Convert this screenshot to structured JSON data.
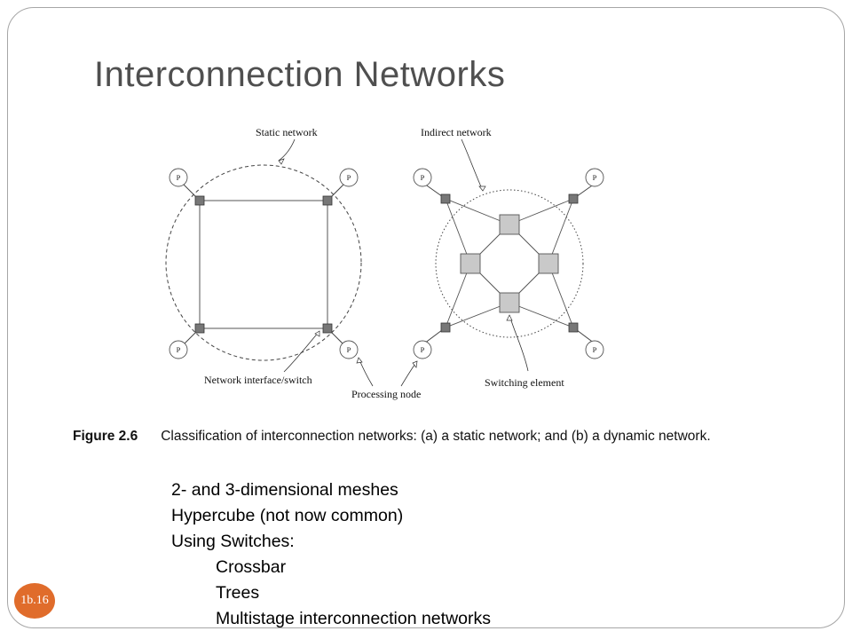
{
  "slide": {
    "title": "Interconnection Networks",
    "slide_number": "1b.16"
  },
  "figure": {
    "labels": {
      "static_network": "Static network",
      "indirect_network": "Indirect network",
      "network_interface": "Network interface/switch",
      "processing_node": "Processing node",
      "switching_element": "Switching element",
      "processor": "P"
    },
    "caption_number": "Figure 2.6",
    "caption_text": "Classification of interconnection networks: (a) a static network; and (b) a dynamic network."
  },
  "bullets": {
    "items": [
      "2- and 3-dimensional meshes",
      "Hypercube (not now common)",
      "Using Switches:"
    ],
    "subitems": [
      "Crossbar",
      "Trees",
      "Multistage interconnection networks"
    ]
  }
}
